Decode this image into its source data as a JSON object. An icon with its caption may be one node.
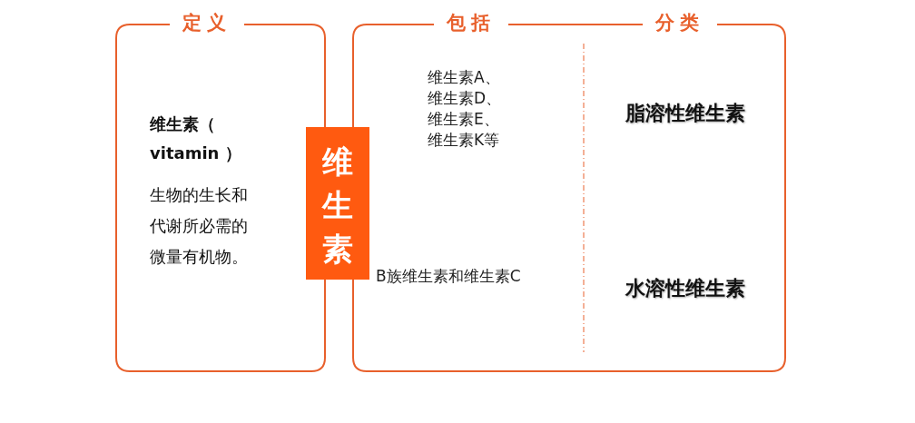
{
  "diagram": {
    "nodes": [
      {
        "text": [
          "定义",
          "维生素（ vitamin ）",
          "生物的生长和代谢所必需的微量有机物。"
        ]
      },
      {
        "text": [
          "维生素"
        ]
      },
      {
        "text": [
          "包括",
          "分类"
        ]
      }
    ],
    "edges": [],
    "labels": [
      "维生素A、维生素D、维生素E、维生素K等",
      "脂溶性维生素",
      "B族维生素和维生素C",
      "水溶性维生素"
    ]
  }
}
